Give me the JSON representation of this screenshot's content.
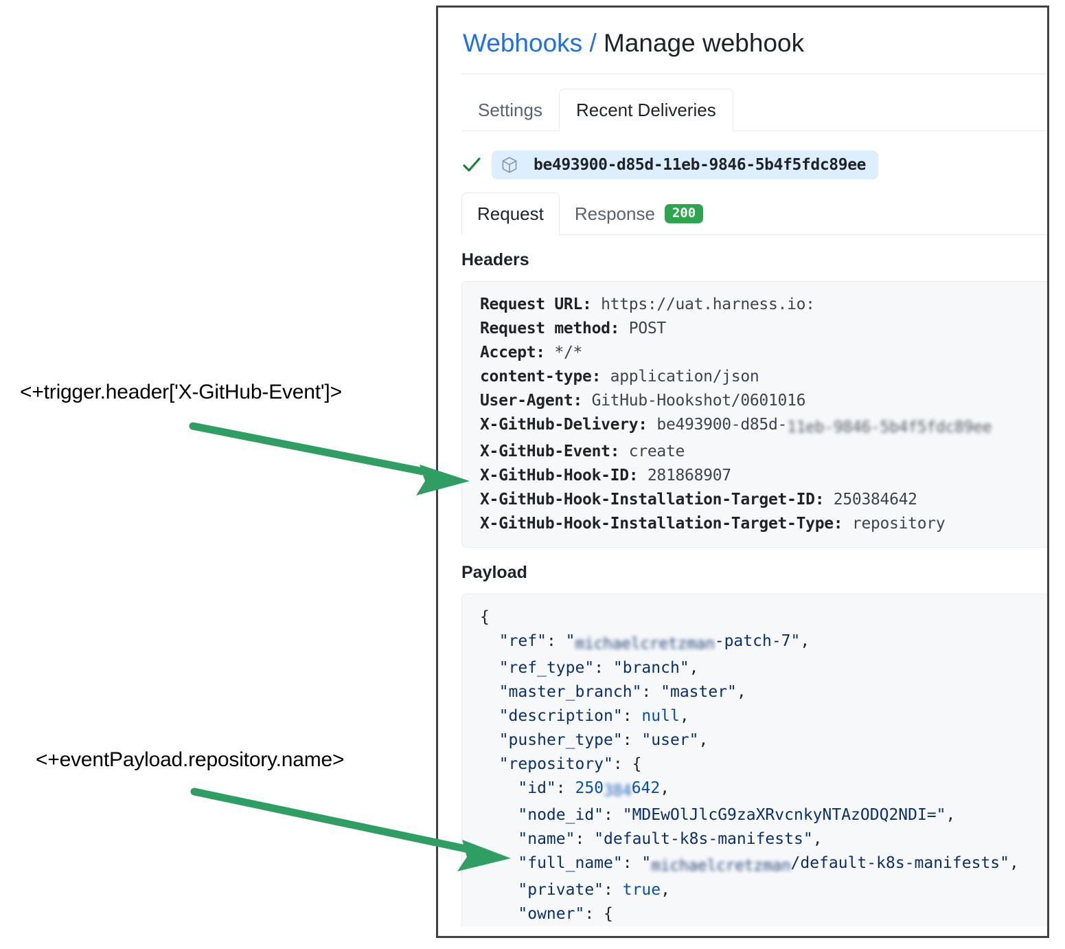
{
  "annotations": [
    {
      "text": "<+trigger.header['X-GitHub-Event']>",
      "color": "#000000"
    },
    {
      "text": "<+eventPayload.repository.name>",
      "color": "#000000"
    }
  ],
  "arrow_color": "#2f9e62",
  "card": {
    "breadcrumb": {
      "link": "Webhooks",
      "separator": "/",
      "current": "Manage webhook"
    },
    "outer_tabs": [
      {
        "label": "Settings",
        "active": false
      },
      {
        "label": "Recent Deliveries",
        "active": true
      }
    ],
    "delivery": {
      "status_icon": "check-icon",
      "package_icon": "package-icon",
      "guid": "be493900-d85d-11eb-9846-5b4f5fdc89ee"
    },
    "inner_tabs": [
      {
        "label": "Request",
        "active": true,
        "badge": null
      },
      {
        "label": "Response",
        "active": false,
        "badge": "200",
        "badge_color": "#2da44e"
      }
    ],
    "headers_section": {
      "label": "Headers",
      "rows": [
        {
          "key": "Request URL:",
          "value": "https://uat.harness.io:",
          "redacted": ""
        },
        {
          "key": "Request method:",
          "value": "POST",
          "redacted": ""
        },
        {
          "key": "Accept:",
          "value": "*/*",
          "redacted": ""
        },
        {
          "key": "content-type:",
          "value": "application/json",
          "redacted": ""
        },
        {
          "key": "User-Agent:",
          "value": "GitHub-Hookshot/0601016",
          "redacted": ""
        },
        {
          "key": "X-GitHub-Delivery:",
          "value": "be493900-d85d-",
          "redacted": "11eb-9846-5b4f5fdc89ee"
        },
        {
          "key": "X-GitHub-Event:",
          "value": "create",
          "redacted": ""
        },
        {
          "key": "X-GitHub-Hook-ID:",
          "value": "281868907",
          "redacted": ""
        },
        {
          "key": "X-GitHub-Hook-Installation-Target-ID:",
          "value": "250384642",
          "redacted": ""
        },
        {
          "key": "X-GitHub-Hook-Installation-Target-Type:",
          "value": "repository",
          "redacted": ""
        }
      ]
    },
    "payload_section": {
      "label": "Payload",
      "lines": [
        {
          "indent": 0,
          "segments": [
            {
              "t": "{",
              "c": "punct"
            }
          ]
        },
        {
          "indent": 1,
          "segments": [
            {
              "t": "\"ref\"",
              "c": "key"
            },
            {
              "t": ": ",
              "c": "punct"
            },
            {
              "t": "\"",
              "c": "str"
            },
            {
              "t": "michaelcretzman",
              "c": "redact-navy"
            },
            {
              "t": "-patch-7\"",
              "c": "str"
            },
            {
              "t": ",",
              "c": "punct"
            }
          ]
        },
        {
          "indent": 1,
          "segments": [
            {
              "t": "\"ref_type\"",
              "c": "key"
            },
            {
              "t": ": ",
              "c": "punct"
            },
            {
              "t": "\"branch\"",
              "c": "str"
            },
            {
              "t": ",",
              "c": "punct"
            }
          ]
        },
        {
          "indent": 1,
          "segments": [
            {
              "t": "\"master_branch\"",
              "c": "key"
            },
            {
              "t": ": ",
              "c": "punct"
            },
            {
              "t": "\"master\"",
              "c": "str"
            },
            {
              "t": ",",
              "c": "punct"
            }
          ]
        },
        {
          "indent": 1,
          "segments": [
            {
              "t": "\"description\"",
              "c": "key"
            },
            {
              "t": ": ",
              "c": "punct"
            },
            {
              "t": "null",
              "c": "lit"
            },
            {
              "t": ",",
              "c": "punct"
            }
          ]
        },
        {
          "indent": 1,
          "segments": [
            {
              "t": "\"pusher_type\"",
              "c": "key"
            },
            {
              "t": ": ",
              "c": "punct"
            },
            {
              "t": "\"user\"",
              "c": "str"
            },
            {
              "t": ",",
              "c": "punct"
            }
          ]
        },
        {
          "indent": 1,
          "segments": [
            {
              "t": "\"repository\"",
              "c": "key"
            },
            {
              "t": ": ",
              "c": "punct"
            },
            {
              "t": "{",
              "c": "punct"
            }
          ]
        },
        {
          "indent": 2,
          "segments": [
            {
              "t": "\"id\"",
              "c": "key"
            },
            {
              "t": ": ",
              "c": "punct"
            },
            {
              "t": "250",
              "c": "num"
            },
            {
              "t": "384",
              "c": "redact-blue"
            },
            {
              "t": "642",
              "c": "num"
            },
            {
              "t": ",",
              "c": "punct"
            }
          ]
        },
        {
          "indent": 2,
          "segments": [
            {
              "t": "\"node_id\"",
              "c": "key"
            },
            {
              "t": ": ",
              "c": "punct"
            },
            {
              "t": "\"MDEwOlJlcG9zaXRvcnkyNTAzODQ2NDI=\"",
              "c": "str"
            },
            {
              "t": ",",
              "c": "punct"
            }
          ]
        },
        {
          "indent": 2,
          "segments": [
            {
              "t": "\"name\"",
              "c": "key"
            },
            {
              "t": ": ",
              "c": "punct"
            },
            {
              "t": "\"default-k8s-manifests\"",
              "c": "str"
            },
            {
              "t": ",",
              "c": "punct"
            }
          ]
        },
        {
          "indent": 2,
          "segments": [
            {
              "t": "\"full_name\"",
              "c": "key"
            },
            {
              "t": ": ",
              "c": "punct"
            },
            {
              "t": "\"",
              "c": "str"
            },
            {
              "t": "michaelcretzman",
              "c": "redact-navy"
            },
            {
              "t": "/default-k8s-manifests\"",
              "c": "str"
            },
            {
              "t": ",",
              "c": "punct"
            }
          ]
        },
        {
          "indent": 2,
          "segments": [
            {
              "t": "\"private\"",
              "c": "key"
            },
            {
              "t": ": ",
              "c": "punct"
            },
            {
              "t": "true",
              "c": "lit"
            },
            {
              "t": ",",
              "c": "punct"
            }
          ]
        },
        {
          "indent": 2,
          "segments": [
            {
              "t": "\"owner\"",
              "c": "key"
            },
            {
              "t": ": ",
              "c": "punct"
            },
            {
              "t": "{",
              "c": "punct"
            }
          ]
        }
      ]
    }
  }
}
